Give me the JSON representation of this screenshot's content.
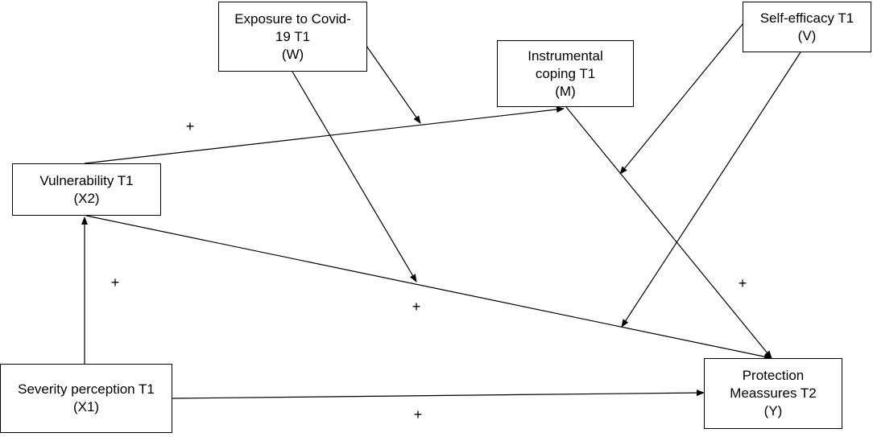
{
  "nodes": {
    "exposure": {
      "line1": "Exposure to Covid-",
      "line2": "19 T1",
      "code": "(W)"
    },
    "self_efficacy": {
      "line1": "Self-efficacy T1",
      "code": "(V)"
    },
    "instrumental": {
      "line1": "Instrumental",
      "line2": "coping T1",
      "code": "(M)"
    },
    "vulnerability": {
      "line1": "Vulnerability T1",
      "code": "(X2)"
    },
    "severity": {
      "line1": "Severity perception T1",
      "code": "(X1)"
    },
    "protection": {
      "line1": "Protection",
      "line2": "Meassures T2",
      "code": "(Y)"
    }
  },
  "signs": {
    "x2_to_m": "+",
    "x1_to_x2": "+",
    "x2_to_y": "+",
    "m_to_y": "+",
    "x1_to_y": "+"
  },
  "colors": {
    "stroke": "#000000",
    "background": "#ffffff"
  }
}
